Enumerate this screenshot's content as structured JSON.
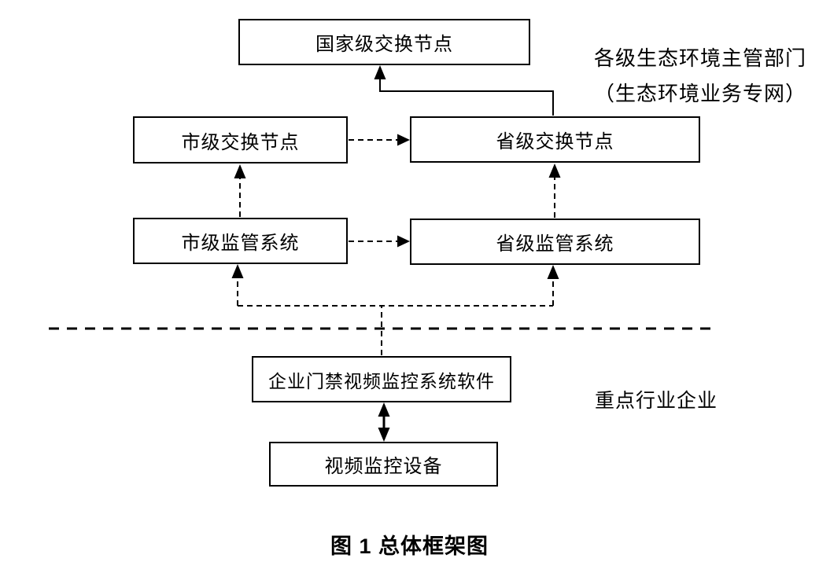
{
  "figure": {
    "colors": {
      "background": "#ffffff",
      "line": "#000000",
      "text": "#000000"
    },
    "nodes": [
      {
        "id": "national-exchange-node",
        "label": "国家级交换节点"
      },
      {
        "id": "city-exchange-node",
        "label": "市级交换节点"
      },
      {
        "id": "provincial-exchange-node",
        "label": "省级交换节点"
      },
      {
        "id": "city-supervision-system",
        "label": "市级监管系统"
      },
      {
        "id": "provincial-supervision-system",
        "label": "省级监管系统"
      },
      {
        "id": "enterprise-access-video-software",
        "label": "企业门禁视频监控系统软件"
      },
      {
        "id": "video-monitoring-device",
        "label": "视频监控设备"
      }
    ],
    "annotations": {
      "government_zone_line1": "各级生态环境主管部门",
      "government_zone_line2": "（生态环境业务专网）",
      "enterprise_zone": "重点行业企业"
    },
    "caption": "图 1 总体框架图"
  }
}
